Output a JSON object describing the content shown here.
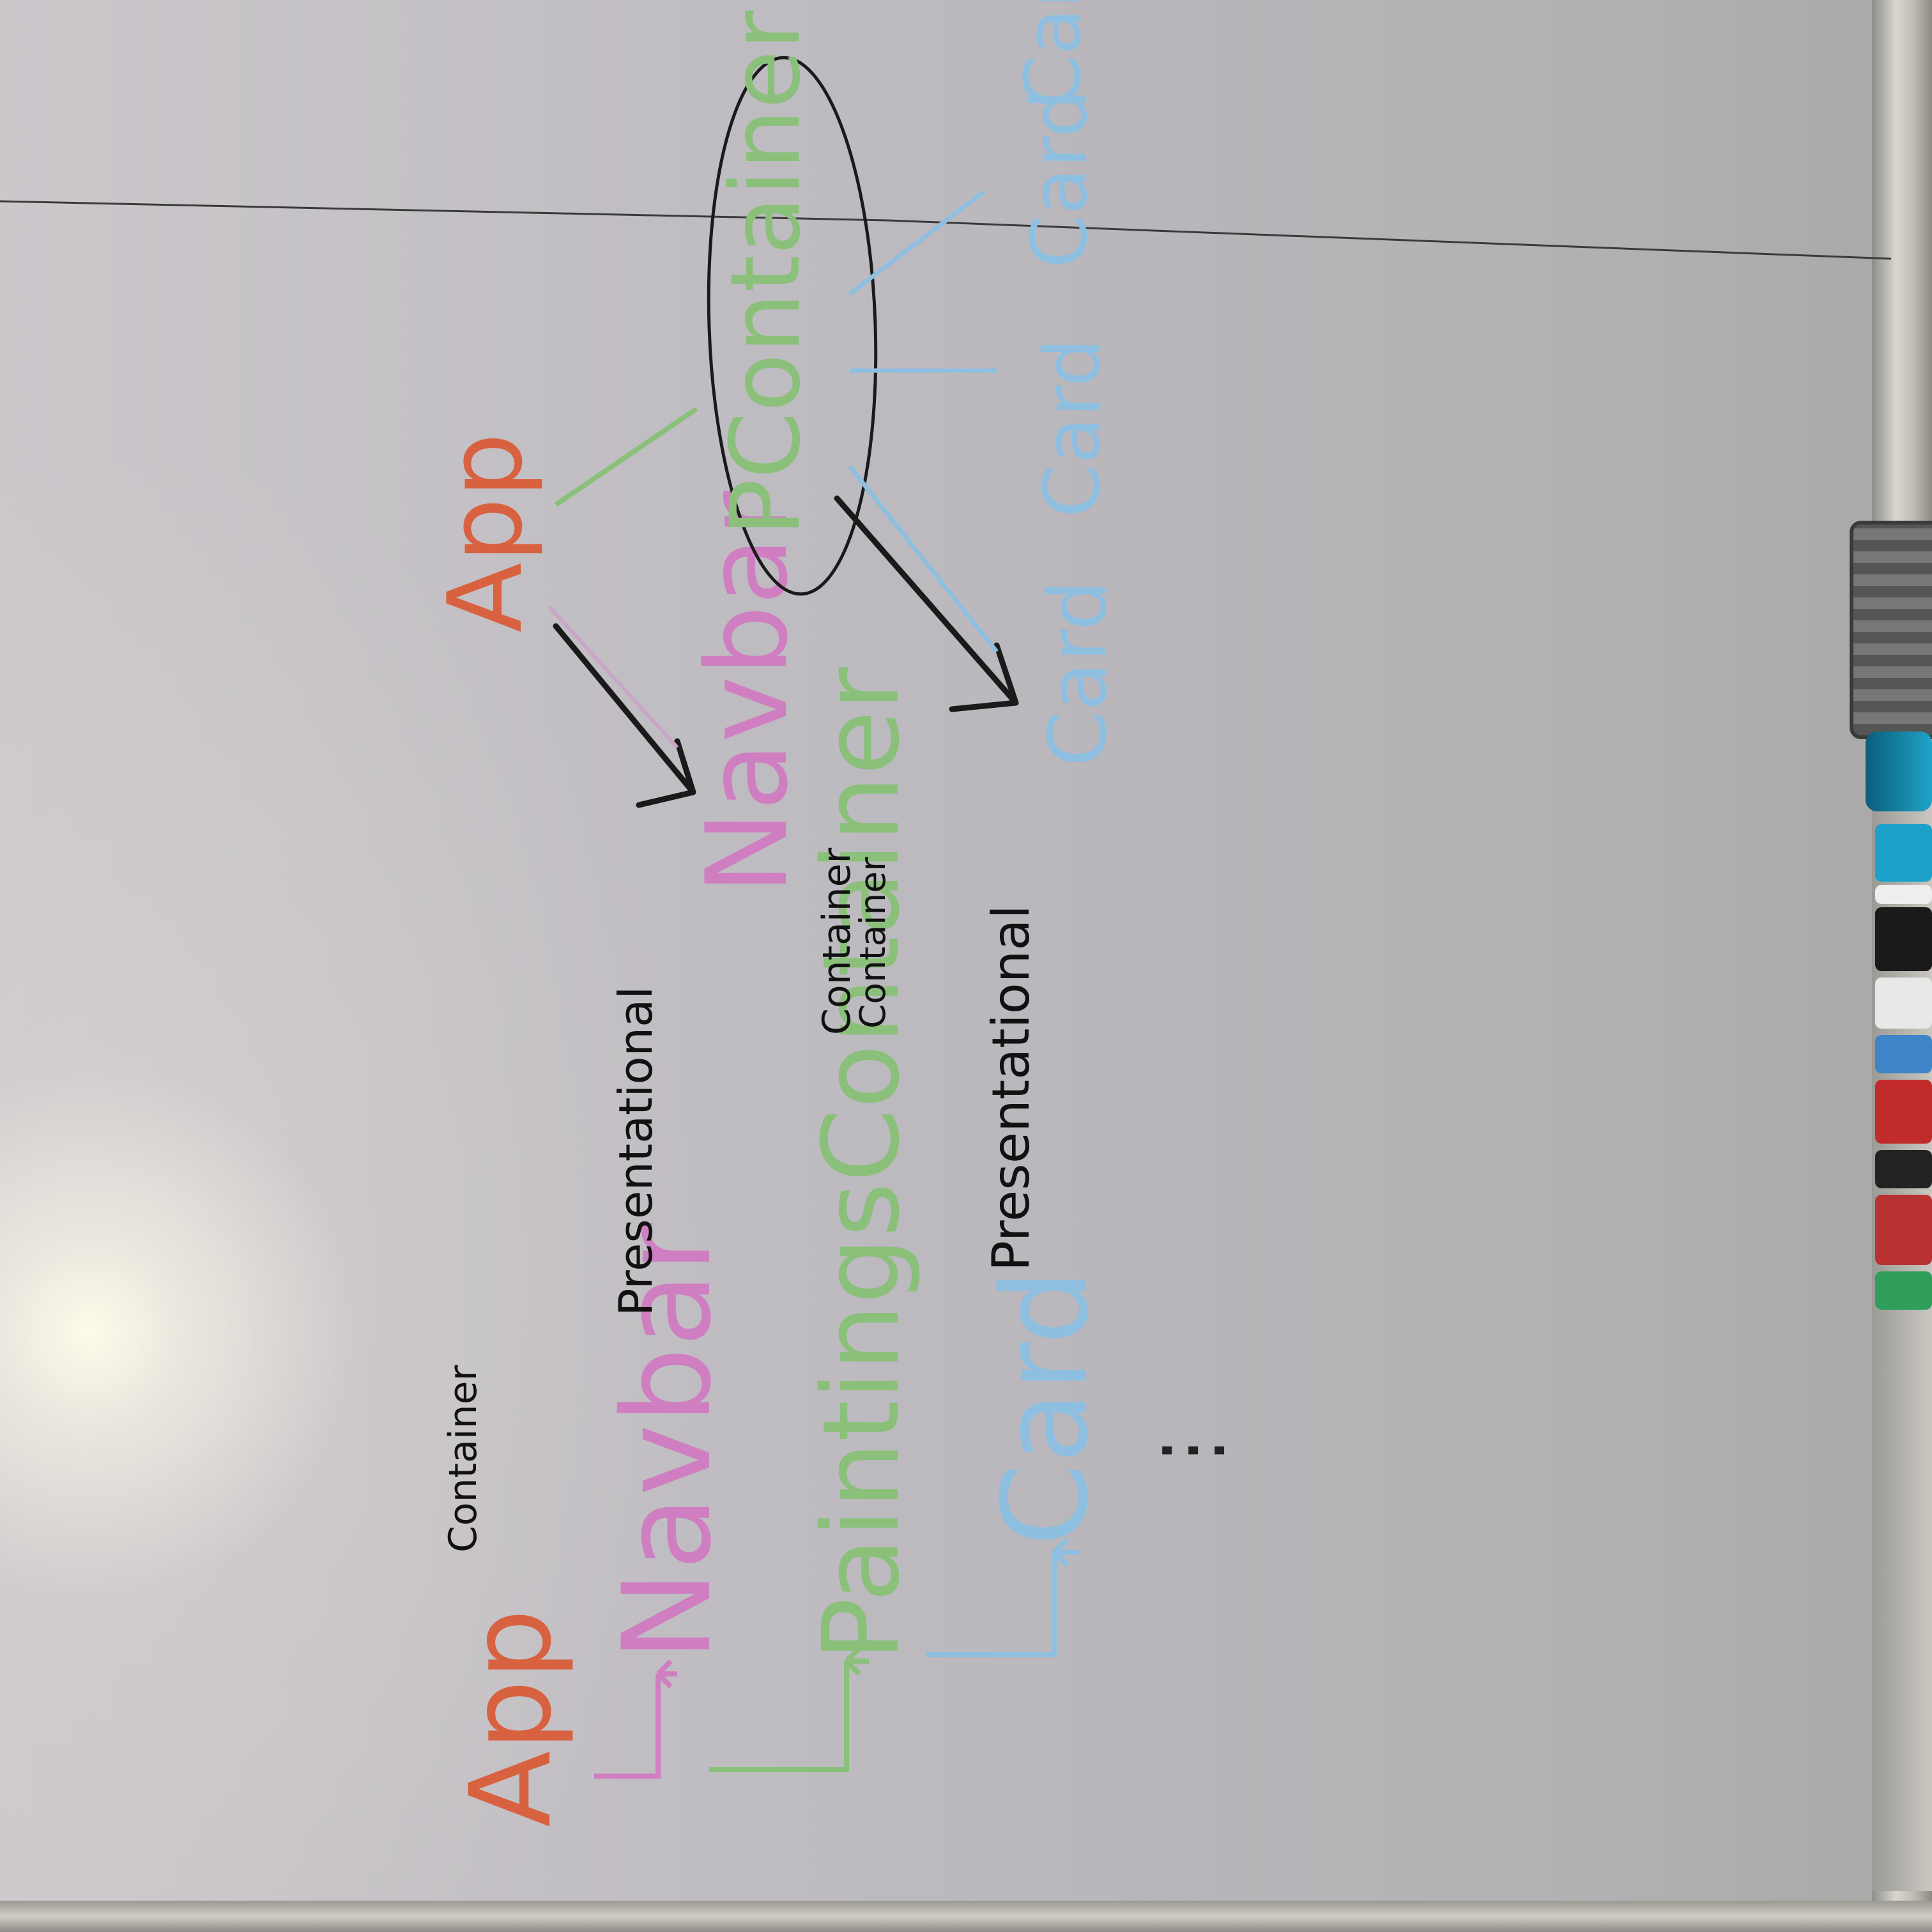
{
  "colors": {
    "board": "#c4c1c5",
    "orange": "#d8623f",
    "pink": "#cf7fc1",
    "green": "#8ac07a",
    "blue": "#8ebfe0",
    "black": "#111111"
  },
  "left_tree": {
    "root": "App",
    "root_type": "Container",
    "navbar": "Navbar",
    "navbar_type": "Presentational",
    "paintings": "PaintingsContainer",
    "paintings_type": "Container",
    "card": "Card",
    "card_type": "Presentational",
    "ellipsis": "⋮"
  },
  "right_tree": {
    "root": "App",
    "navbar": "Navbar",
    "container": "PContainer",
    "cards": [
      "Card",
      "Card",
      "Card",
      "Card"
    ]
  }
}
